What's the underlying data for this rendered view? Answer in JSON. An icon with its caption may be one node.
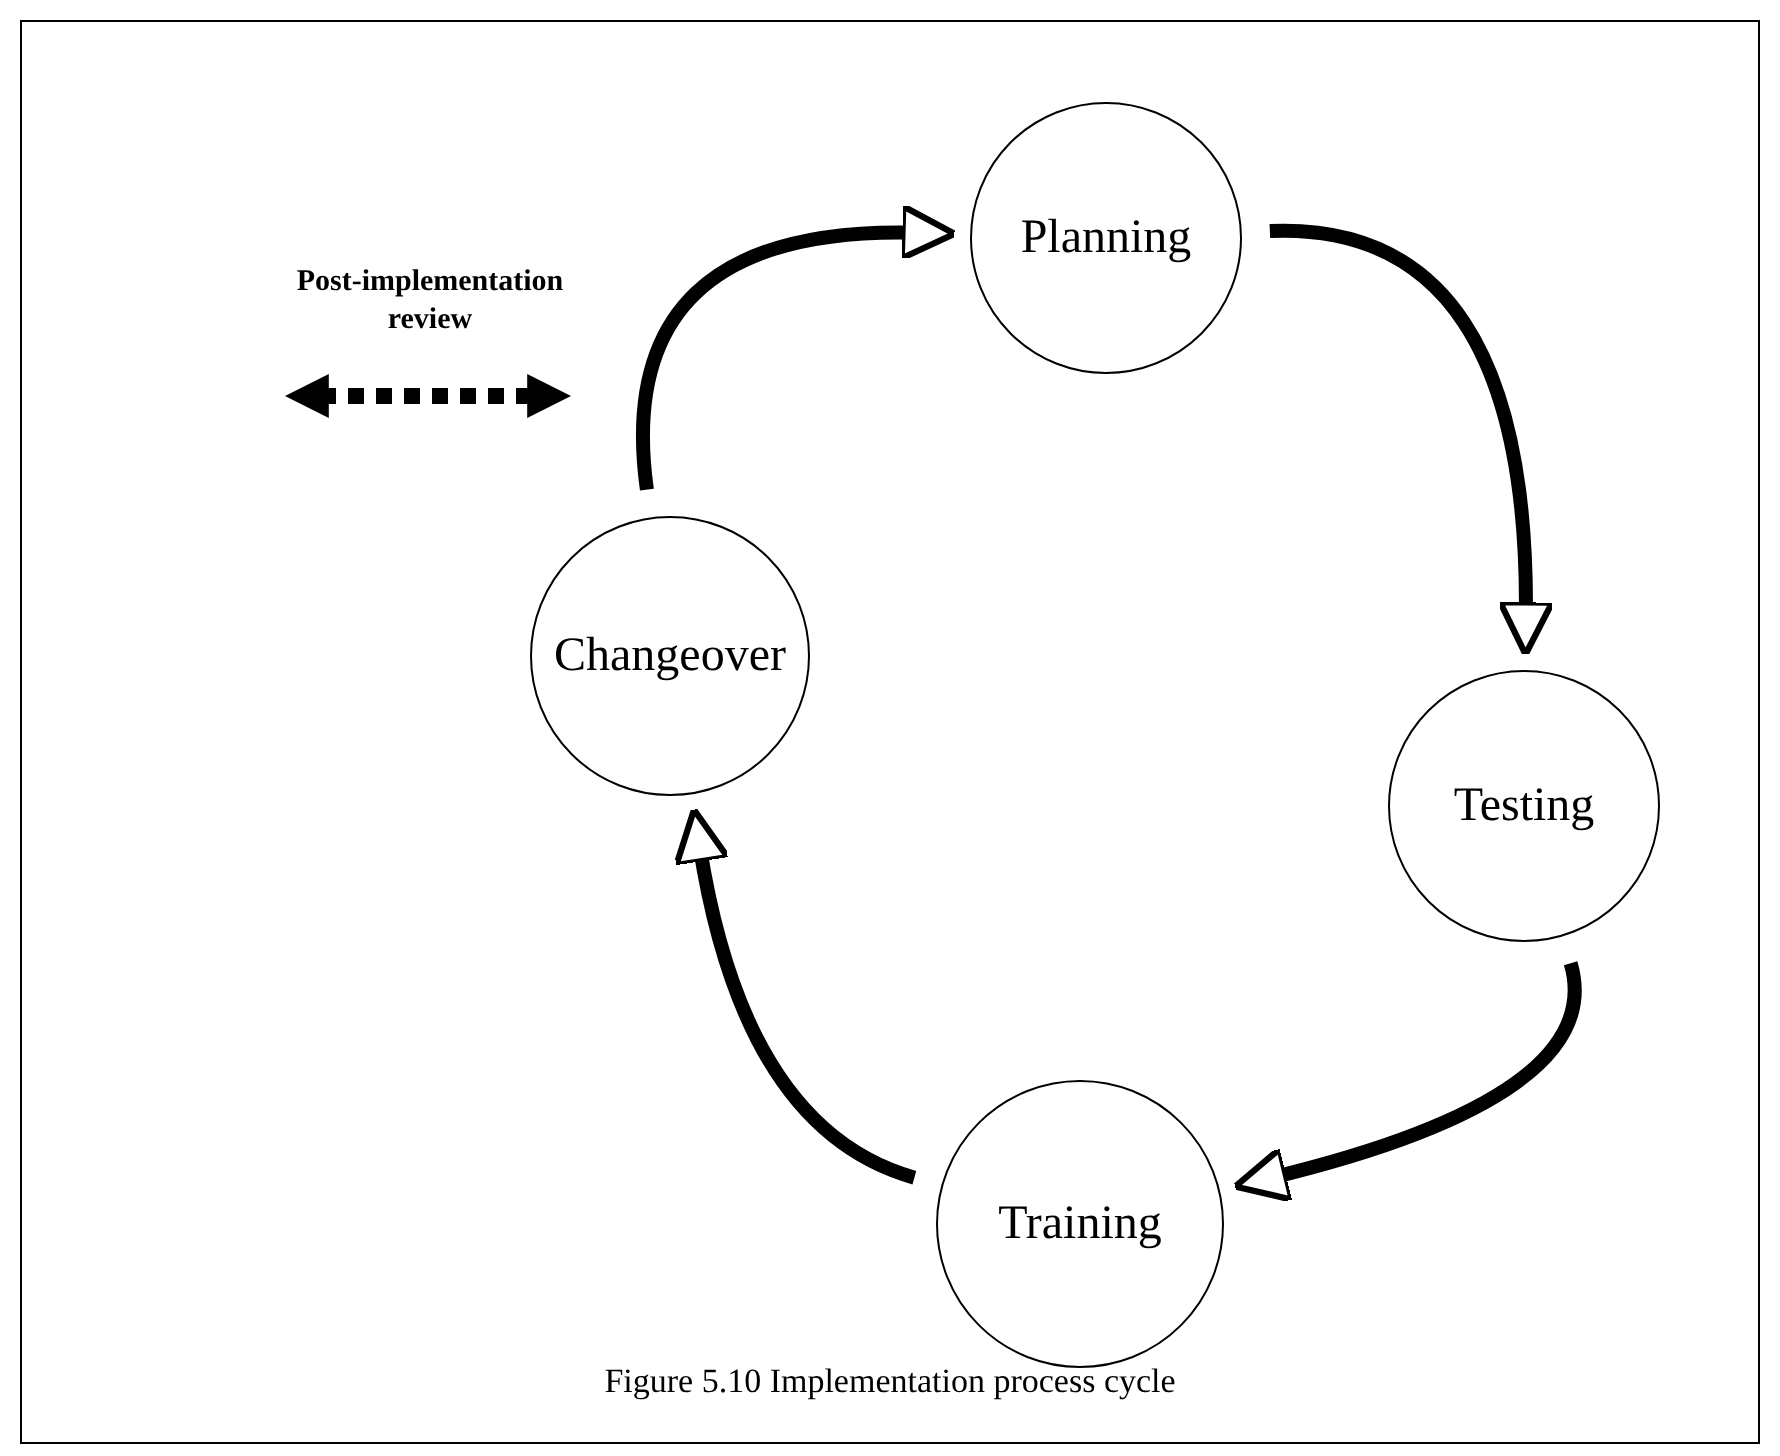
{
  "diagram": {
    "caption": "Figure 5.10 Implementation process cycle",
    "nodes": [
      {
        "text": [
          "Planning"
        ]
      },
      {
        "text": [
          "Testing"
        ]
      },
      {
        "text": [
          "Training"
        ]
      },
      {
        "text": [
          "Changeover"
        ]
      }
    ],
    "edges": [
      {
        "from": 0,
        "to": 1,
        "arrow": "to"
      },
      {
        "from": 1,
        "to": 2,
        "arrow": "to"
      },
      {
        "from": 2,
        "to": 3,
        "arrow": "to"
      },
      {
        "from": 3,
        "to": 0,
        "arrow": "to"
      }
    ],
    "labels": [
      "Post-implementation review"
    ]
  }
}
